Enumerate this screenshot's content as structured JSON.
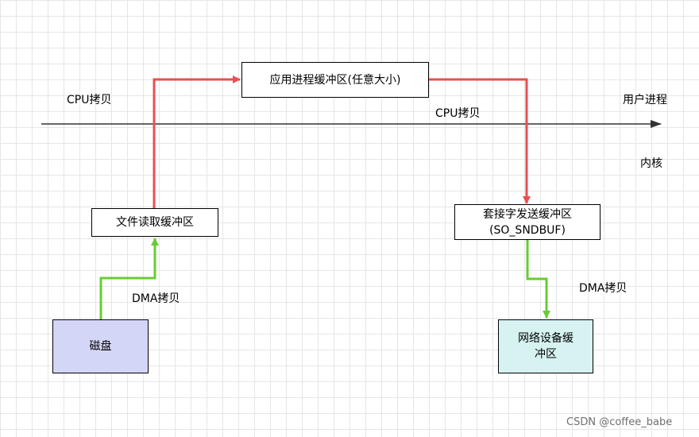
{
  "nodes": {
    "app_buffer": "应用进程缓冲区(任意大小)",
    "file_buffer": "文件读取缓冲区",
    "socket_buffer_line1": "套接字发送缓冲区",
    "socket_buffer_line2": "(SO_SNDBUF)",
    "disk": "磁盘",
    "nic_buffer_line1": "网络设备缓",
    "nic_buffer_line2": "冲区"
  },
  "labels": {
    "cpu_copy_left": "CPU拷贝",
    "cpu_copy_right": "CPU拷贝",
    "user_process": "用户进程",
    "kernel": "内核",
    "dma_copy_left": "DMA拷贝",
    "dma_copy_right": "DMA拷贝"
  },
  "watermark": "CSDN @coffee_babe",
  "colors": {
    "cpu_copy_edge": "#e85050",
    "dma_copy_edge": "#66cc33",
    "boundary_line": "#333333",
    "disk_fill": "#d4d6f7",
    "nic_fill": "#d6f3f2",
    "node_fill": "#ffffff"
  }
}
